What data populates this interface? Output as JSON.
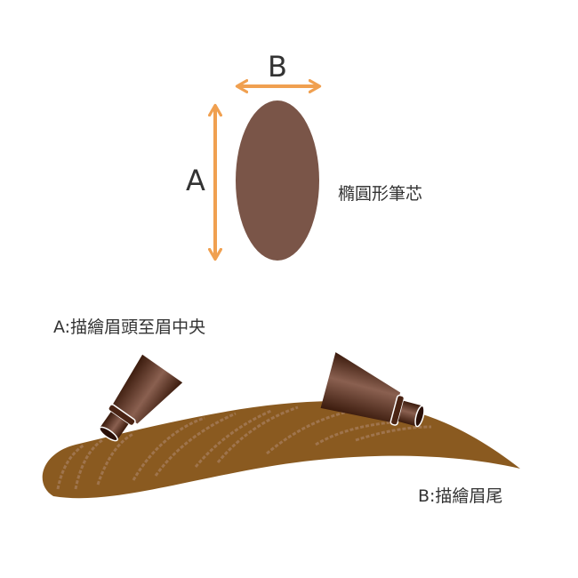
{
  "colors": {
    "arrow": "#f0a050",
    "lead": "#7a5548",
    "brow": "#8a5a20",
    "pencil": "#4a2414"
  },
  "dimension_a": "A",
  "dimension_b": "B",
  "lead_label": "橢圓形筆芯",
  "usage_a": "A:描繪眉頭至眉中央",
  "usage_b": "B:描繪眉尾"
}
